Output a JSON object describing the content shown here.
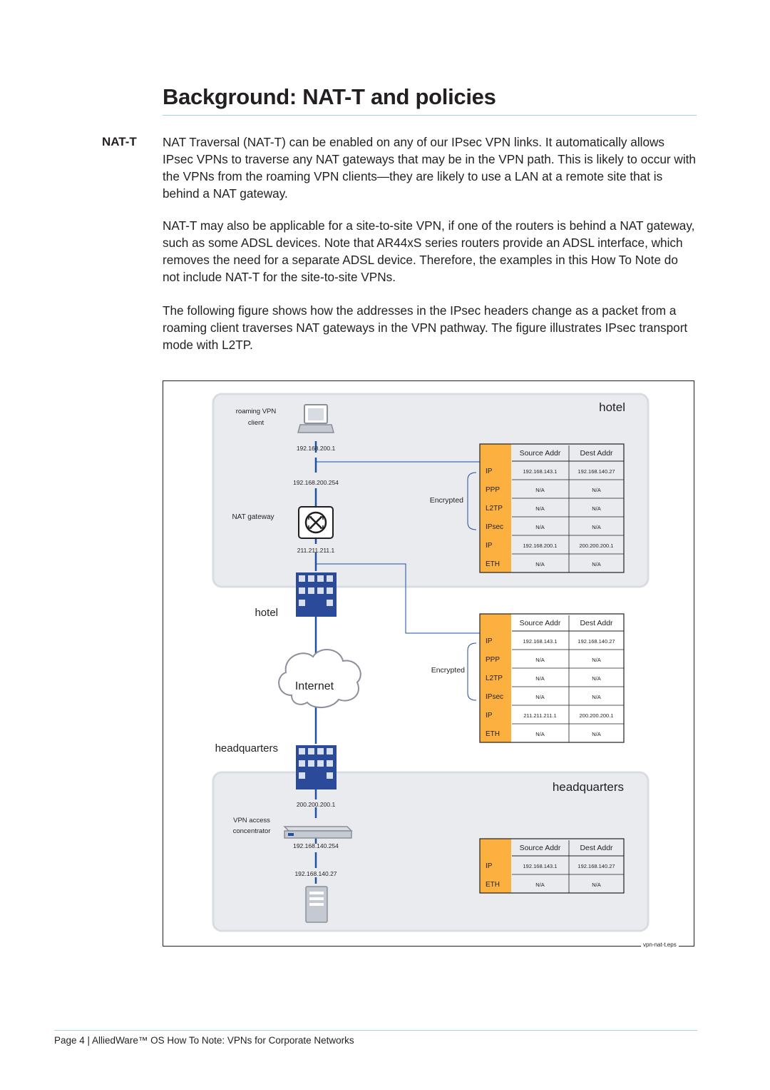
{
  "title": "Background: NAT-T and policies",
  "side_label": "NAT-T",
  "paragraphs": [
    "NAT Traversal (NAT-T) can be enabled on any of our IPsec VPN links. It automatically allows IPsec VPNs to traverse any NAT gateways that may be in the VPN path. This is likely to occur with the VPNs from the roaming VPN clients—they are likely to use a LAN at a remote site that is behind a NAT gateway.",
    "NAT-T may also be applicable for a site-to-site VPN, if one of the routers is behind a NAT gateway, such as some ADSL devices. Note that AR44xS series routers provide an ADSL interface, which removes the need for a separate ADSL device. Therefore, the examples in this How To Note do not include NAT-T for the site-to-site VPNs.",
    "The following figure shows how the addresses in the IPsec headers change as a packet from a roaming client traverses NAT gateways in the VPN pathway. The figure illustrates IPsec transport mode with L2TP."
  ],
  "figure": {
    "hotel_region_label": "hotel",
    "hq_region_label": "headquarters",
    "roaming_client_label": [
      "roaming VPN",
      "client"
    ],
    "client_ip": "192.168.200.1",
    "gateway_inside_ip": "192.168.200.254",
    "nat_gateway_label": "NAT gateway",
    "gateway_outside_ip": "211.211.211.1",
    "hotel_building_label": "hotel",
    "internet_label": "Internet",
    "hq_building_label": "headquarters",
    "hq_public_ip": "200.200.200.1",
    "vpn_concentrator_label": [
      "VPN access",
      "concentrator"
    ],
    "concentrator_inside_ip": "192.168.140.254",
    "server_ip": "192.168.140.27",
    "encrypted_label": "Encrypted",
    "column_headers": [
      "Source Addr",
      "Dest Addr"
    ],
    "tables": [
      {
        "rows": [
          {
            "proto": "IP",
            "src": "192.168.143.1",
            "dst": "192.168.140.27"
          },
          {
            "proto": "PPP",
            "src": "N/A",
            "dst": "N/A"
          },
          {
            "proto": "L2TP",
            "src": "N/A",
            "dst": "N/A"
          },
          {
            "proto": "IPsec",
            "src": "N/A",
            "dst": "N/A"
          },
          {
            "proto": "IP",
            "src": "192.168.200.1",
            "dst": "200.200.200.1"
          },
          {
            "proto": "ETH",
            "src": "N/A",
            "dst": "N/A"
          }
        ]
      },
      {
        "rows": [
          {
            "proto": "IP",
            "src": "192.168.143.1",
            "dst": "192.168.140.27"
          },
          {
            "proto": "PPP",
            "src": "N/A",
            "dst": "N/A"
          },
          {
            "proto": "L2TP",
            "src": "N/A",
            "dst": "N/A"
          },
          {
            "proto": "IPsec",
            "src": "N/A",
            "dst": "N/A"
          },
          {
            "proto": "IP",
            "src": "211.211.211.1",
            "dst": "200.200.200.1"
          },
          {
            "proto": "ETH",
            "src": "N/A",
            "dst": "N/A"
          }
        ]
      },
      {
        "rows": [
          {
            "proto": "IP",
            "src": "192.168.143.1",
            "dst": "192.168.140.27"
          },
          {
            "proto": "ETH",
            "src": "N/A",
            "dst": "N/A"
          }
        ]
      }
    ],
    "figure_id": "vpn-nat-t.eps"
  },
  "footer": "Page 4 | AlliedWare™ OS How To Note: VPNs for Corporate Networks",
  "colors": {
    "accent_rule": "#9fd4db",
    "region_fill": "#e9ebef",
    "line_blue": "#1f4fa0",
    "protocol_cell": "#fbb040",
    "building_blue": "#2c4a9a"
  }
}
